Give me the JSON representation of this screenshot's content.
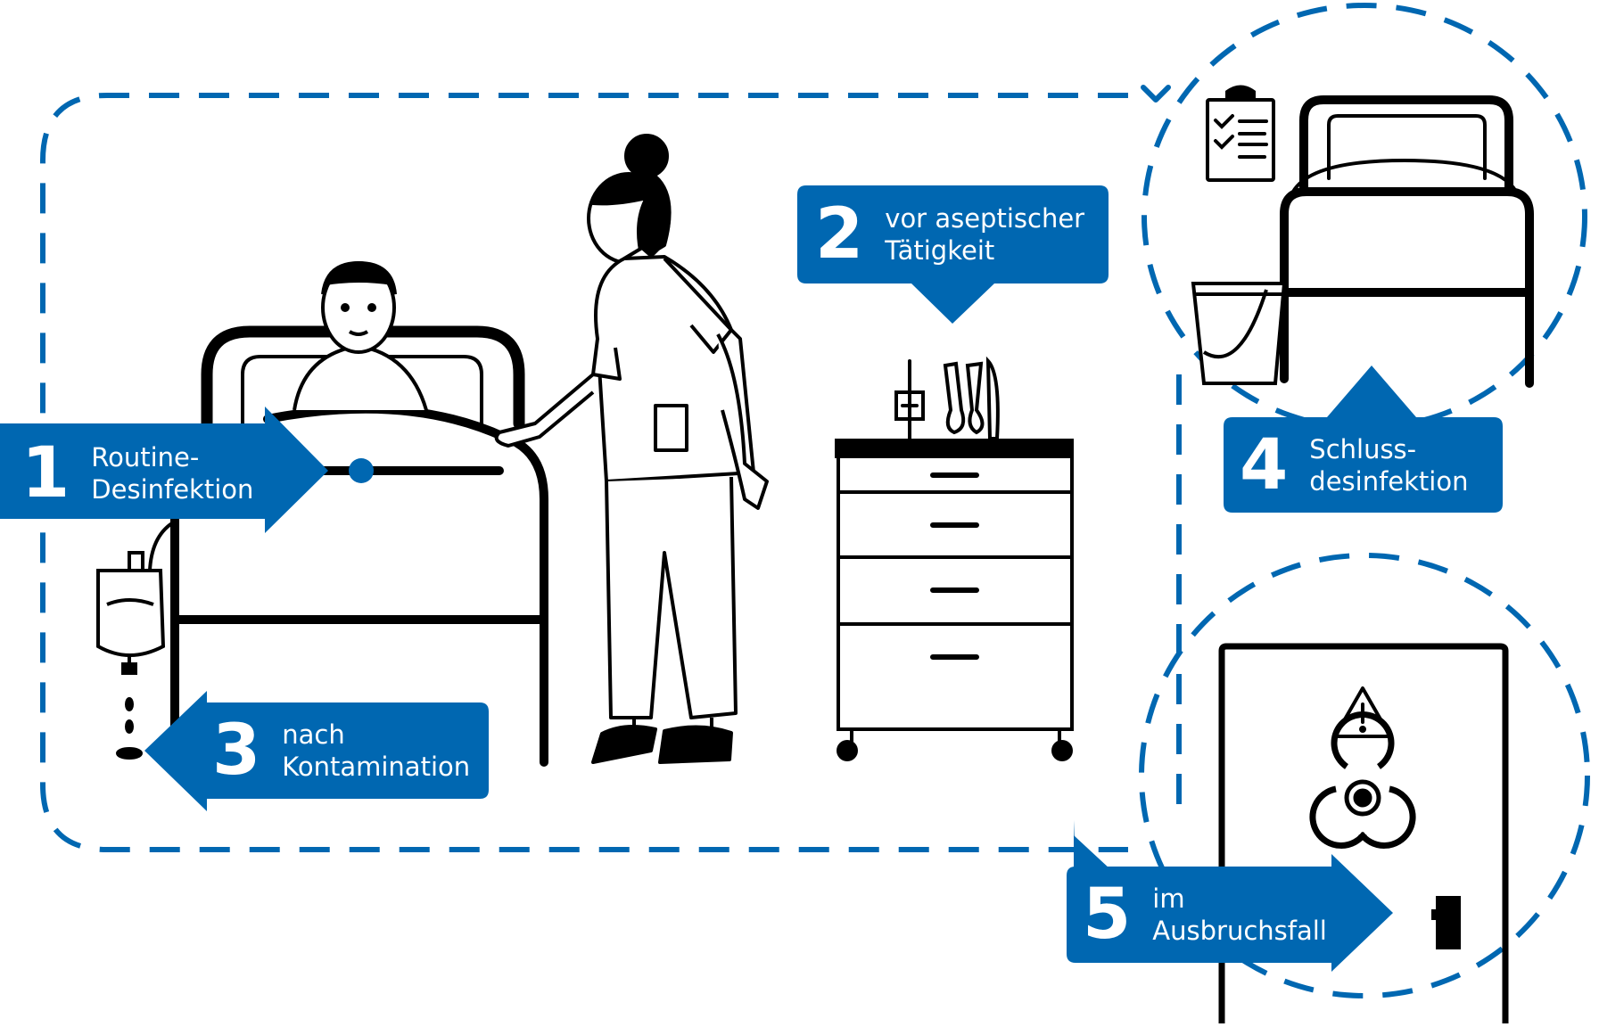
{
  "colors": {
    "accent": "#0067B1",
    "ink": "#000000",
    "background": "#FFFFFF"
  },
  "steps": [
    {
      "number": "1",
      "line1": "Routine-",
      "line2": "Desinfektion"
    },
    {
      "number": "2",
      "line1": "vor aseptischer",
      "line2": "Tätigkeit"
    },
    {
      "number": "3",
      "line1": "nach",
      "line2": "Kontamination"
    },
    {
      "number": "4",
      "line1": "Schluss-",
      "line2": "desinfektion"
    },
    {
      "number": "5",
      "line1": "im",
      "line2": "Ausbruchsfall"
    }
  ],
  "icons": [
    "patient-bed",
    "nurse",
    "infusion-bag",
    "instrument-cart",
    "clipboard-checklist",
    "empty-bed",
    "bucket",
    "door",
    "warning-sign",
    "biohazard-symbol"
  ]
}
